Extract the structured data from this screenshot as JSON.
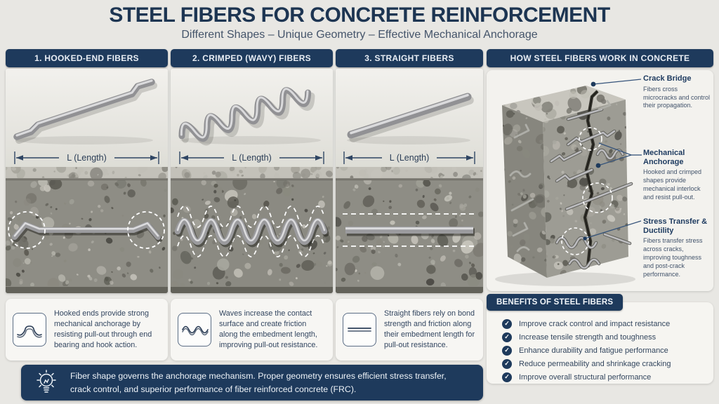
{
  "header": {
    "title": "STEEL FIBERS FOR CONCRETE REINFORCEMENT",
    "subtitle": "Different Shapes – Unique Geometry – Effective Mechanical Anchorage"
  },
  "columns": [
    {
      "header": "1. HOOKED-END FIBERS",
      "length_label": "L (Length)",
      "description": "Hooked ends provide strong mechanical anchorage by resisting pull-out through end bearing and hook action."
    },
    {
      "header": "2. CRIMPED (WAVY) FIBERS",
      "length_label": "L (Length)",
      "description": "Waves increase the contact surface and create friction along the embedment length, improving pull-out resistance."
    },
    {
      "header": "3. STRAIGHT FIBERS",
      "length_label": "L (Length)",
      "description": "Straight fibers rely on bond strength and friction along their embedment length for pull-out resistance."
    }
  ],
  "right_panel": {
    "header": "HOW STEEL FIBERS WORK IN CONCRETE",
    "annotations": [
      {
        "title": "Crack Bridge",
        "body": "Fibers cross microcracks and control their propagation."
      },
      {
        "title": "Mechanical Anchorage",
        "body": "Hooked and crimped shapes provide mechanical interlock and resist pull-out."
      },
      {
        "title": "Stress Transfer & Ductility",
        "body": "Fibers transfer stress across cracks, improving toughness and post-crack performance."
      }
    ],
    "benefits": {
      "header": "BENEFITS OF STEEL FIBERS",
      "items": [
        "Improve crack control and impact resistance",
        "Increase tensile strength and toughness",
        "Enhance durability and fatigue performance",
        "Reduce permeability and shrinkage cracking",
        "Improve overall structural performance"
      ]
    }
  },
  "footer": {
    "note": "Fiber shape governs the anchorage mechanism. Proper geometry ensures efficient stress transfer, crack control, and superior performance of fiber reinforced concrete (FRC)."
  },
  "icons": {
    "check": "✓",
    "lightbulb": "bulb-outline",
    "hooked_fiber": "hooked-fiber-glyph",
    "wavy_fiber": "wavy-fiber-glyph",
    "straight_fiber": "straight-fiber-glyph"
  },
  "colors": {
    "navy": "#1e3a5c",
    "slate_text": "#44546a",
    "background": "#e8e7e3",
    "panel": "#f3f2ee",
    "concrete_gray": "#8e8d85",
    "metal_gray": "#97979a"
  }
}
